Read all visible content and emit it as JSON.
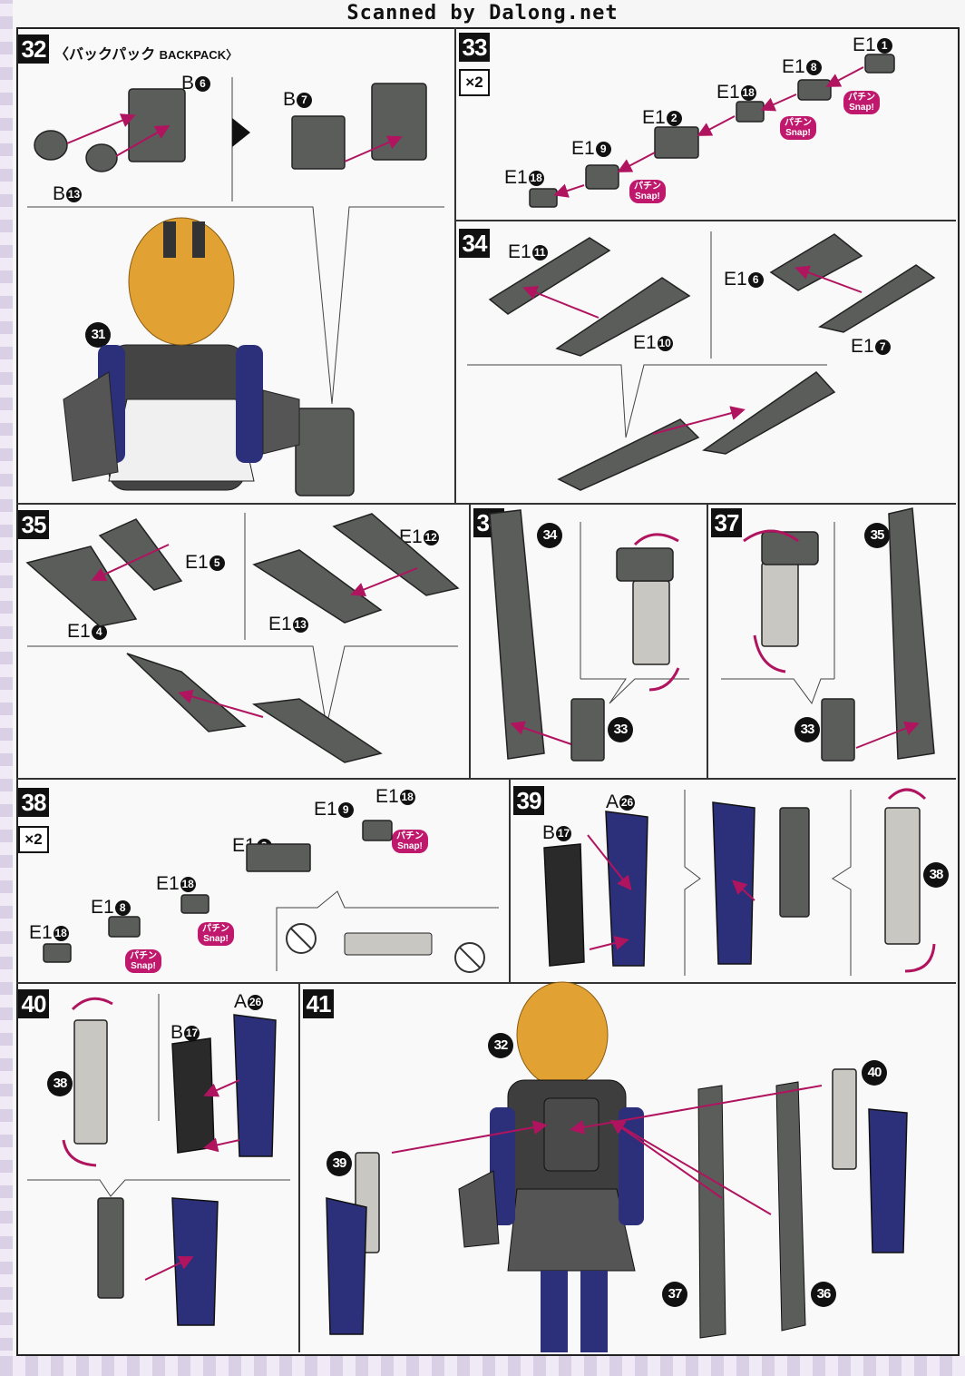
{
  "watermark": "Scanned by Dalong.net",
  "steps": {
    "s32": {
      "number": "32",
      "title_jp": "〈バックパック",
      "title_en": "BACKPACK〉",
      "labels": [
        {
          "letter": "B",
          "num": "6"
        },
        {
          "letter": "B",
          "num": "7"
        },
        {
          "letter": "B",
          "num": "13"
        }
      ],
      "ref": "31"
    },
    "s33": {
      "number": "33",
      "multiplier": "×2",
      "labels": [
        {
          "letter": "E1",
          "num": "1"
        },
        {
          "letter": "E1",
          "num": "8"
        },
        {
          "letter": "E1",
          "num": "18"
        },
        {
          "letter": "E1",
          "num": "2"
        },
        {
          "letter": "E1",
          "num": "9"
        },
        {
          "letter": "E1",
          "num": "18"
        }
      ]
    },
    "s34": {
      "number": "34",
      "labels": [
        {
          "letter": "E1",
          "num": "11"
        },
        {
          "letter": "E1",
          "num": "10"
        },
        {
          "letter": "E1",
          "num": "6"
        },
        {
          "letter": "E1",
          "num": "7"
        }
      ]
    },
    "s35": {
      "number": "35",
      "labels": [
        {
          "letter": "E1",
          "num": "5"
        },
        {
          "letter": "E1",
          "num": "4"
        },
        {
          "letter": "E1",
          "num": "12"
        },
        {
          "letter": "E1",
          "num": "13"
        }
      ]
    },
    "s36": {
      "number": "36",
      "refs": [
        "34",
        "33"
      ]
    },
    "s37": {
      "number": "37",
      "refs": [
        "35",
        "33"
      ]
    },
    "s38": {
      "number": "38",
      "multiplier": "×2",
      "labels": [
        {
          "letter": "E1",
          "num": "18"
        },
        {
          "letter": "E1",
          "num": "9"
        },
        {
          "letter": "E1",
          "num": "3"
        },
        {
          "letter": "E1",
          "num": "18"
        },
        {
          "letter": "E1",
          "num": "8"
        },
        {
          "letter": "E1",
          "num": "18"
        }
      ]
    },
    "s39": {
      "number": "39",
      "labels": [
        {
          "letter": "A",
          "num": "26"
        },
        {
          "letter": "B",
          "num": "17"
        }
      ],
      "ref": "38"
    },
    "s40": {
      "number": "40",
      "labels": [
        {
          "letter": "A",
          "num": "26"
        },
        {
          "letter": "B",
          "num": "17"
        }
      ],
      "ref": "38"
    },
    "s41": {
      "number": "41",
      "refs": [
        "32",
        "40",
        "39",
        "37",
        "36"
      ]
    }
  },
  "snap": {
    "jp": "パチン",
    "en": "Snap!"
  },
  "colors": {
    "part_gray": "#5a5d5a",
    "part_light": "#c9c7c2",
    "part_blue": "#2c2f7a",
    "arrow": "#b0145f",
    "snap_bg": "#c0186c",
    "hair": "#e2a233"
  }
}
